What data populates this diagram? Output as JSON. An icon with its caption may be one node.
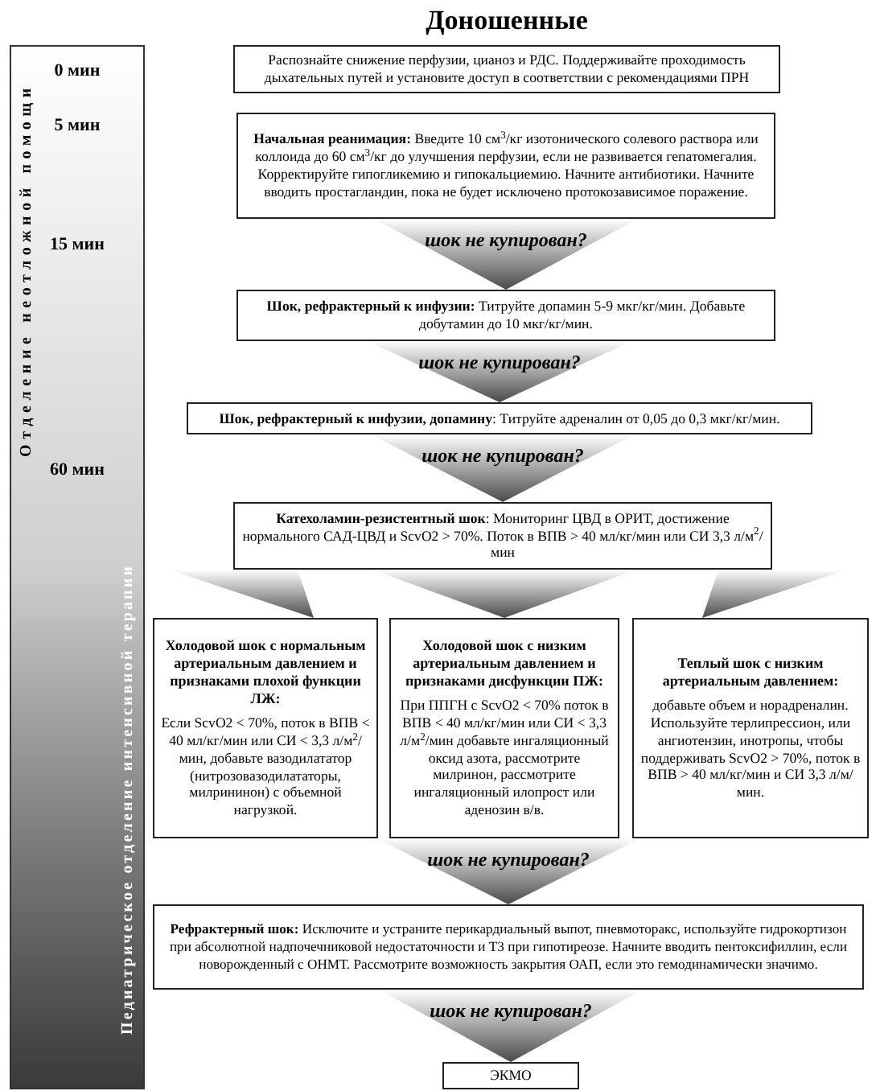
{
  "diagram": {
    "title": "Доношенные",
    "nodes": [
      {
        "text": [
          "Отделение неотложной помощи",
          "Педиатрическое отделение интенсивной терапии"
        ]
      },
      {
        "text": [
          "Распознайте снижение перфузии, цианоз и РДС. Поддерживайте проходимость дыхательных путей и установите доступ в соответствии с рекомендациями ПРН"
        ]
      },
      {
        "text": [
          "**Начальная реанимация:** Введите 10 см$^{3}$/кг изотонического солевого раствора или коллоида до 60 см$^{3}$/кг до улучшения перфузии, если не развивается гепатомегалия. Корректируйте гипогликемию и гипокальциемию. Начните антибиотики. Начните вводить простагландин, пока не будет исключено протокозависимое поражение."
        ]
      },
      {
        "text": [
          "**Шок, рефрактерный к инфузии:** Титруйте допамин 5-9 мкг/кг/мин. Добавьте добутамин до 10 мкг/кг/мин."
        ]
      },
      {
        "text": [
          "**Шок, рефрактерный к инфузии, допамину**: Титруйте адреналин от 0,05 до 0,3 мкг/кг/мин."
        ]
      },
      {
        "text": [
          "**Катехоламин-резистентный шок**: Мониторинг ЦВД в ОРИТ, достижение нормального САД-ЦВД и ScvO2 > 70%. Поток в ВПВ > 40 мл/кг/мин или СИ 3,3 л/м$^{2}$/мин"
        ]
      },
      {
        "text": [
          "Холодовой шок с нормальным артериальным давлением и признаками плохой функции ЛЖ:",
          "Если ScvO2 < 70%, поток в ВПВ < 40 мл/кг/мин или СИ < 3,3 л/м$^{2}$/мин, добавьте вазодилататор (нитрозовазодилататоры, милрининон) с объемной нагрузкой."
        ]
      },
      {
        "text": [
          "Холодовой шок с низким артериальным давлением и признаками дисфункции ПЖ:",
          "При ППГН с ScvO2 < 70% поток в ВПВ < 40 мл/кг/мин или СИ < 3,3 л/м$^{2}$/мин добавьте ингаляционный оксид азота, рассмотрите милринон, рассмотрите ингаляционный илопрост или аденозин в/в."
        ]
      },
      {
        "text": [
          "Теплый шок с низким артериальным давлением:",
          "добавьте объем и норадреналин. Используйте терлипрессион, или ангиотензин, инотропы, чтобы поддерживать ScvO2 > 70%, поток в ВПВ > 40 мл/кг/мин и СИ 3,3 л/м/мин."
        ]
      },
      {
        "text": [
          "**Рефрактерный шок:** Исключите и устраните перикардиальный выпот, пневмоторакс, используйте гидрокортизон при абсолютной надпочечниковой недостаточности и Т3 при гипотиреозе. Начните вводить пентоксифиллин, если новорожденный с ОНМТ. Рассмотрите возможность закрытия ОАП, если это гемодинамически значимо."
        ]
      },
      {
        "text": [
          "ЭКМО"
        ]
      }
    ],
    "edges": [
      {
        "from": 2,
        "to": 3,
        "arrow": "to",
        "label": "шок не купирован?"
      },
      {
        "from": 3,
        "to": 4,
        "arrow": "to",
        "label": "шок не купирован?"
      },
      {
        "from": 4,
        "to": 5,
        "arrow": "to",
        "label": "шок не купирован?"
      },
      {
        "from": 5,
        "to": 6,
        "arrow": "to"
      },
      {
        "from": 5,
        "to": 7,
        "arrow": "to"
      },
      {
        "from": 5,
        "to": 8,
        "arrow": "to"
      },
      {
        "from": 7,
        "to": 9,
        "arrow": "to",
        "label": "шок не купирован?"
      },
      {
        "from": 9,
        "to": 10,
        "arrow": "to",
        "label": "шок не купирован?"
      }
    ],
    "labels": [
      "0 мин",
      "5 мин",
      "15 мин",
      "60 мин"
    ]
  }
}
